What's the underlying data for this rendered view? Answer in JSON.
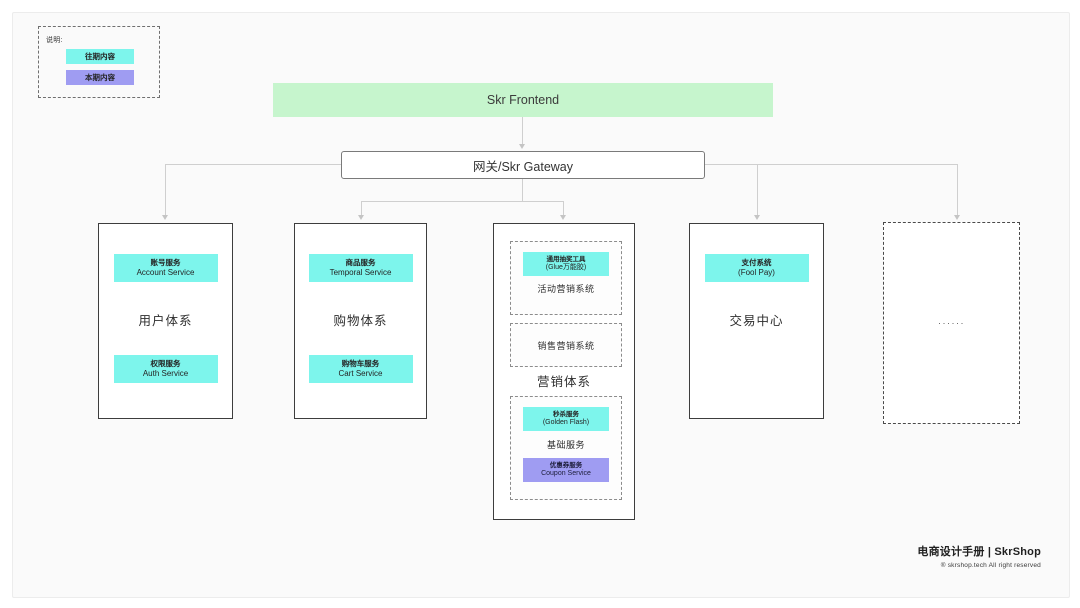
{
  "legend": {
    "title": "说明:",
    "items": [
      {
        "label": "往期内容",
        "color": "#7df5ec"
      },
      {
        "label": "本期内容",
        "color": "#9f9cf2"
      }
    ]
  },
  "nodes": {
    "frontend": {
      "label": "Skr Frontend",
      "color": "#c6f5cd"
    },
    "gateway": {
      "label": "网关/Skr Gateway"
    }
  },
  "columns": [
    {
      "name": "user",
      "title": "用户体系",
      "services": [
        {
          "cn": "账号服务",
          "en": "Account Service",
          "color": "#7df5ec"
        },
        {
          "cn": "权限服务",
          "en": "Auth Service",
          "color": "#7df5ec"
        }
      ]
    },
    {
      "name": "shopping",
      "title": "购物体系",
      "services": [
        {
          "cn": "商品服务",
          "en": "Temporal Service",
          "color": "#7df5ec"
        },
        {
          "cn": "购物车服务",
          "en": "Cart Service",
          "color": "#7df5ec"
        }
      ]
    },
    {
      "name": "marketing",
      "title": "营销体系",
      "subsystems": [
        {
          "title": "活动营销系统",
          "services": [
            {
              "cn": "通用抽奖工具",
              "en": "(Glue万能胶)",
              "color": "#7df5ec"
            }
          ]
        },
        {
          "title": "销售营销系统",
          "services": []
        },
        {
          "title": "基础服务",
          "services": [
            {
              "cn": "秒杀服务",
              "en": "(Golden Flash)",
              "color": "#7df5ec"
            },
            {
              "cn": "优惠券服务",
              "en": "Coupon Service",
              "color": "#9f9cf2"
            }
          ]
        }
      ]
    },
    {
      "name": "trade",
      "title": "交易中心",
      "services": [
        {
          "cn": "支付系统",
          "en": "(Fool Pay)",
          "color": "#7df5ec"
        }
      ]
    },
    {
      "name": "etc",
      "title": "",
      "placeholder": "······"
    }
  ],
  "footer": {
    "title": "电商设计手册 | SkrShop",
    "copyright": "® skrshop.tech All right reserved"
  }
}
